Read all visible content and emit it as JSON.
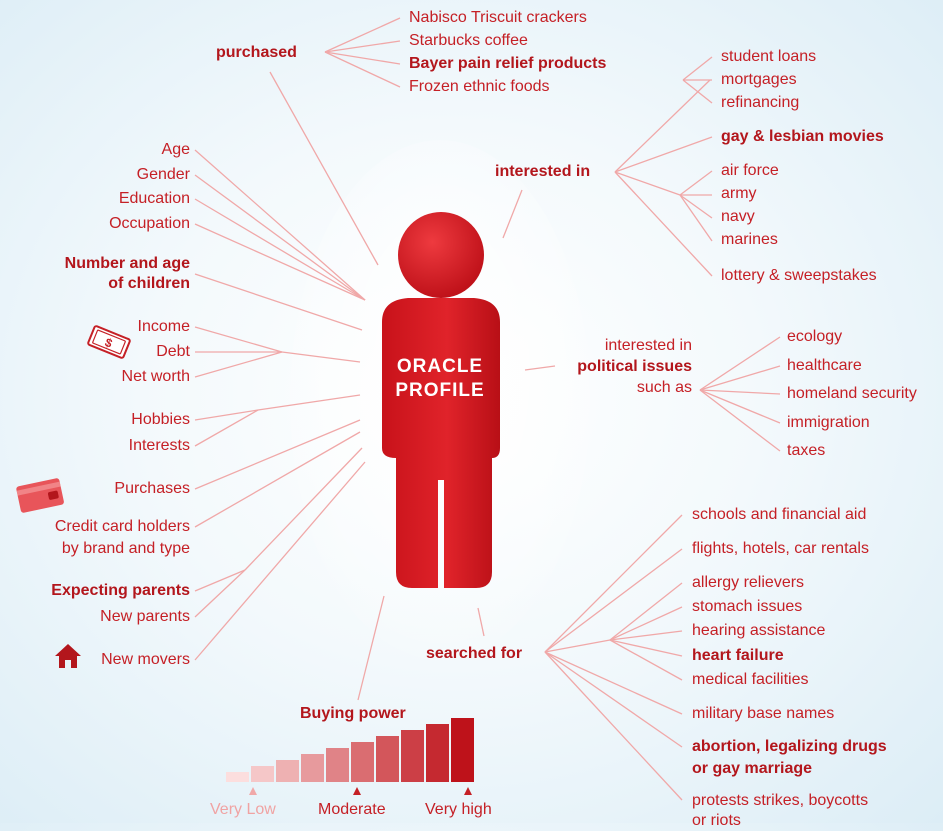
{
  "figure": {
    "line1": "ORACLE",
    "line2": "PROFILE"
  },
  "purchased": {
    "heading": "purchased",
    "items": [
      "Nabisco Triscuit crackers",
      "Starbucks coffee",
      "Bayer pain relief products",
      "Frozen ethnic foods"
    ]
  },
  "interested_in": {
    "heading": "interested in",
    "finance": [
      "student loans",
      "mortgages",
      "refinancing"
    ],
    "movies": "gay & lesbian movies",
    "military": [
      "air force",
      "army",
      "navy",
      "marines"
    ],
    "lottery": "lottery & sweepstakes"
  },
  "political": {
    "line1": "interested in",
    "line2": "political issues",
    "line3": "such as",
    "items": [
      "ecology",
      "healthcare",
      "homeland security",
      "immigration",
      "taxes"
    ]
  },
  "demographics": {
    "basic": [
      "Age",
      "Gender",
      "Education",
      "Occupation"
    ],
    "children_line1": "Number and age",
    "children_line2": "of children",
    "money": [
      "Income",
      "Debt",
      "Net worth"
    ],
    "hobbies": "Hobbies",
    "interests": "Interests",
    "purchases": "Purchases",
    "credit_line1": "Credit card holders",
    "credit_line2": "by brand and type",
    "expecting": "Expecting parents",
    "new_parents": "New parents",
    "new_movers": "New movers"
  },
  "searched_for": {
    "heading": "searched for",
    "schools": "schools and financial aid",
    "travel": "flights, hotels, car rentals",
    "health": [
      "allergy relievers",
      "stomach issues",
      "hearing assistance"
    ],
    "heart": "heart failure",
    "medical": "medical facilities",
    "military": "military base names",
    "abortion_line1": "abortion, legalizing drugs",
    "abortion_line2": "or gay marriage",
    "protests_line1": "protests strikes, boycotts",
    "protests_line2": "or riots"
  },
  "buying_power": {
    "heading": "Buying power",
    "levels": [
      "Very Low",
      "Moderate",
      "Very high"
    ],
    "bar_count": 10
  },
  "icons": [
    "dollar-bill-icon",
    "credit-card-icon",
    "house-icon"
  ],
  "colors": {
    "primary": "#c52026",
    "bold": "#b3161c",
    "line": "#f0a3a3"
  }
}
